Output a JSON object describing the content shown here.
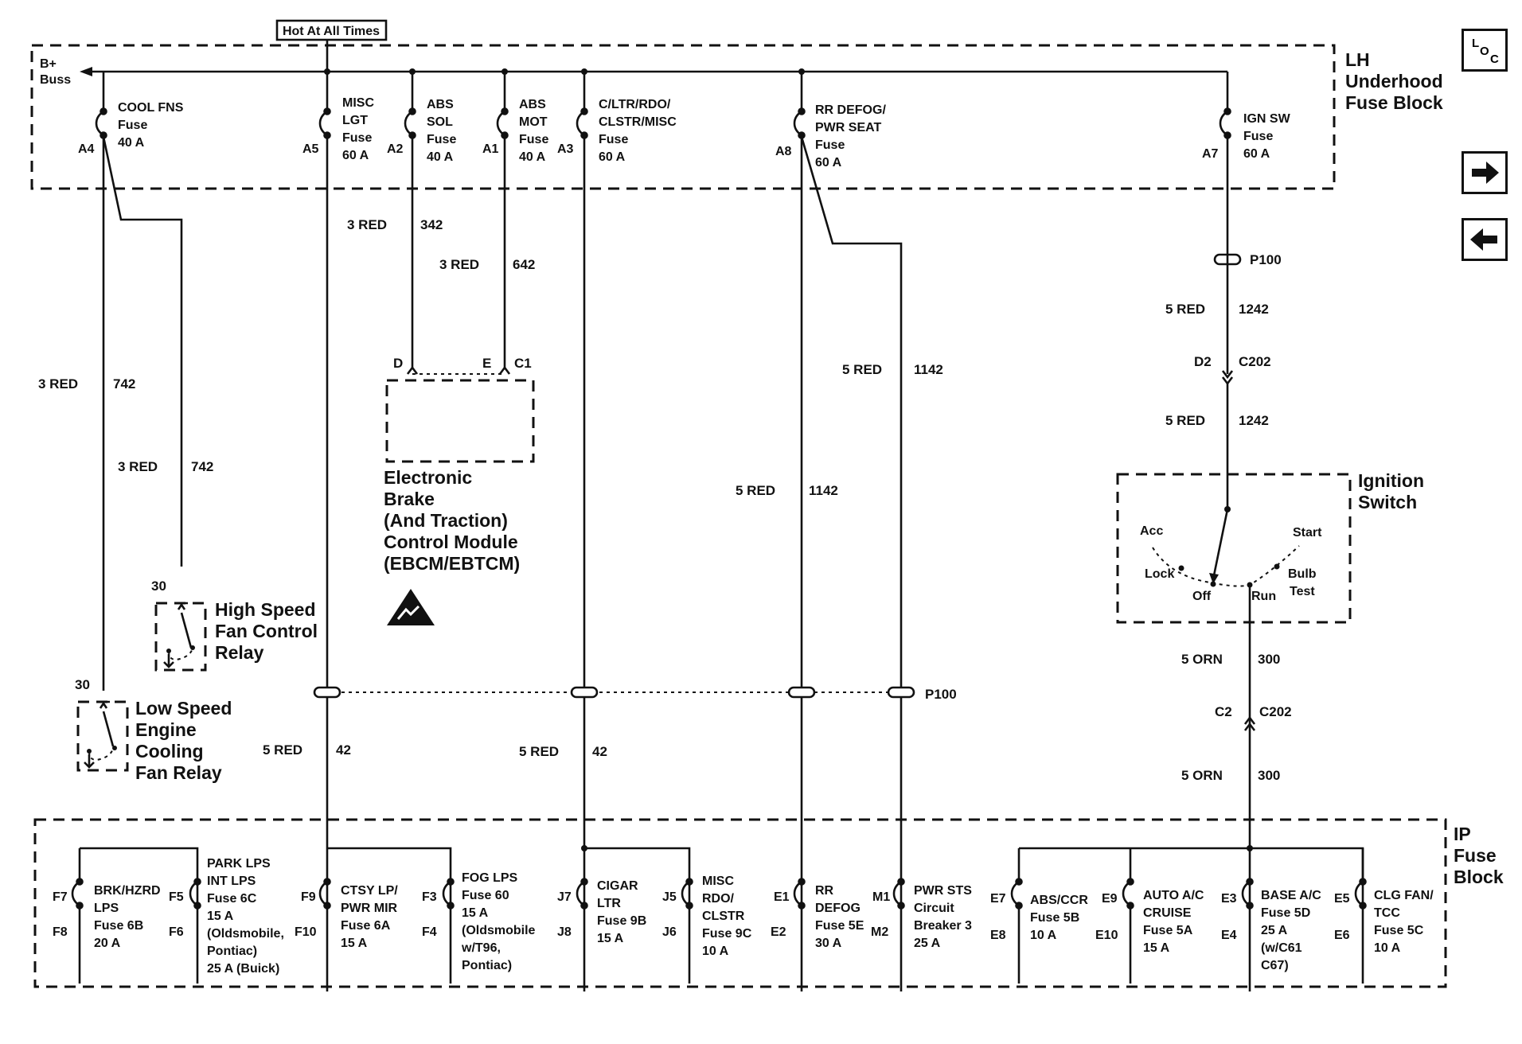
{
  "header": {
    "hot_label": "Hot At All Times",
    "bus": [
      "B+",
      "Buss"
    ]
  },
  "blocks": {
    "lh": [
      "LH",
      "Underhood",
      "Fuse Block"
    ],
    "ip": [
      "IP",
      "Fuse",
      "Block"
    ]
  },
  "top_fuses": [
    {
      "pin": "A4",
      "lines": [
        "COOL FNS",
        "Fuse",
        "40 A"
      ]
    },
    {
      "pin": "A5",
      "lines": [
        "MISC",
        "LGT",
        "Fuse",
        "60 A"
      ]
    },
    {
      "pin": "A2",
      "lines": [
        "ABS",
        "SOL",
        "Fuse",
        "40 A"
      ]
    },
    {
      "pin": "A1",
      "lines": [
        "ABS",
        "MOT",
        "Fuse",
        "40 A"
      ]
    },
    {
      "pin": "A3",
      "lines": [
        "C/LTR/RDO/",
        "CLSTR/MISC",
        "Fuse",
        "60 A"
      ]
    },
    {
      "pin": "A8",
      "lines": [
        "RR DEFOG/",
        "PWR SEAT",
        "Fuse",
        "60 A"
      ]
    },
    {
      "pin": "A7",
      "lines": [
        "IGN SW",
        "Fuse",
        "60 A"
      ]
    }
  ],
  "wires": [
    {
      "gauge": "3 RED",
      "circuit": "742"
    },
    {
      "gauge": "3 RED",
      "circuit": "742"
    },
    {
      "gauge": "3 RED",
      "circuit": "342"
    },
    {
      "gauge": "3 RED",
      "circuit": "642"
    },
    {
      "gauge": "5 RED",
      "circuit": "1142"
    },
    {
      "gauge": "5 RED",
      "circuit": "1142"
    },
    {
      "gauge": "5 RED",
      "circuit": "1242"
    },
    {
      "gauge": "5 RED",
      "circuit": "1242"
    },
    {
      "gauge": "5 ORN",
      "circuit": "300"
    },
    {
      "gauge": "5 ORN",
      "circuit": "300"
    },
    {
      "gauge": "5 RED",
      "circuit": "42"
    },
    {
      "gauge": "5 RED",
      "circuit": "42"
    }
  ],
  "connectors": {
    "p100": "P100",
    "p100_lower": "P100",
    "d2": "D2",
    "c202_upper": "C202",
    "c2": "C2",
    "c202_lower": "C202",
    "d": "D",
    "e": "E",
    "c1": "C1",
    "pin30_a": "30",
    "pin30_b": "30"
  },
  "ebcm": [
    "Electronic",
    "Brake",
    "(And Traction)",
    "Control Module",
    "(EBCM/EBTCM)"
  ],
  "relays": {
    "high": [
      "High Speed",
      "Fan Control",
      "Relay"
    ],
    "low": [
      "Low Speed",
      "Engine",
      "Cooling",
      "Fan Relay"
    ]
  },
  "ignition": {
    "title": [
      "Ignition",
      "Switch"
    ],
    "positions": [
      "Acc",
      "Lock",
      "Off",
      "Run",
      "Start",
      "Bulb",
      "Test"
    ]
  },
  "ip_fuses": [
    {
      "pins": [
        "F7",
        "F8"
      ],
      "lines": [
        "BRK/HZRD",
        "LPS",
        "Fuse 6B",
        "20 A"
      ]
    },
    {
      "pins": [
        "F5",
        "F6"
      ],
      "lines": [
        "PARK LPS",
        "INT LPS",
        "Fuse 6C",
        "15 A",
        "(Oldsmobile,",
        "Pontiac)",
        "25 A (Buick)"
      ]
    },
    {
      "pins": [
        "F9",
        "F10"
      ],
      "lines": [
        "CTSY LP/",
        "PWR MIR",
        "Fuse 6A",
        "15 A"
      ]
    },
    {
      "pins": [
        "F3",
        "F4"
      ],
      "lines": [
        "FOG LPS",
        "Fuse 60",
        "15 A",
        "(Oldsmobile",
        "w/T96,",
        "Pontiac)"
      ]
    },
    {
      "pins": [
        "J7",
        "J8"
      ],
      "lines": [
        "CIGAR",
        "LTR",
        "Fuse 9B",
        "15 A"
      ]
    },
    {
      "pins": [
        "J5",
        "J6"
      ],
      "lines": [
        "MISC",
        "RDO/",
        "CLSTR",
        "Fuse 9C",
        "10 A"
      ]
    },
    {
      "pins": [
        "E1",
        "E2"
      ],
      "lines": [
        "RR",
        "DEFOG",
        "Fuse 5E",
        "30 A"
      ]
    },
    {
      "pins": [
        "M1",
        "M2"
      ],
      "lines": [
        "PWR STS",
        "Circuit",
        "Breaker 3",
        "25 A"
      ]
    },
    {
      "pins": [
        "E7",
        "E8"
      ],
      "lines": [
        "ABS/CCR",
        "Fuse 5B",
        "10 A"
      ]
    },
    {
      "pins": [
        "E9",
        "E10"
      ],
      "lines": [
        "AUTO A/C",
        "CRUISE",
        "Fuse 5A",
        "15 A"
      ]
    },
    {
      "pins": [
        "E3",
        "E4"
      ],
      "lines": [
        "BASE A/C",
        "Fuse 5D",
        "25 A",
        "(w/C61",
        "C67)"
      ]
    },
    {
      "pins": [
        "E5",
        "E6"
      ],
      "lines": [
        "CLG FAN/",
        "TCC",
        "Fuse 5C",
        "10 A"
      ]
    }
  ],
  "nav": {
    "loc_icon": "loc-icon",
    "forward_icon": "arrow-right-icon",
    "back_icon": "arrow-left-icon"
  }
}
